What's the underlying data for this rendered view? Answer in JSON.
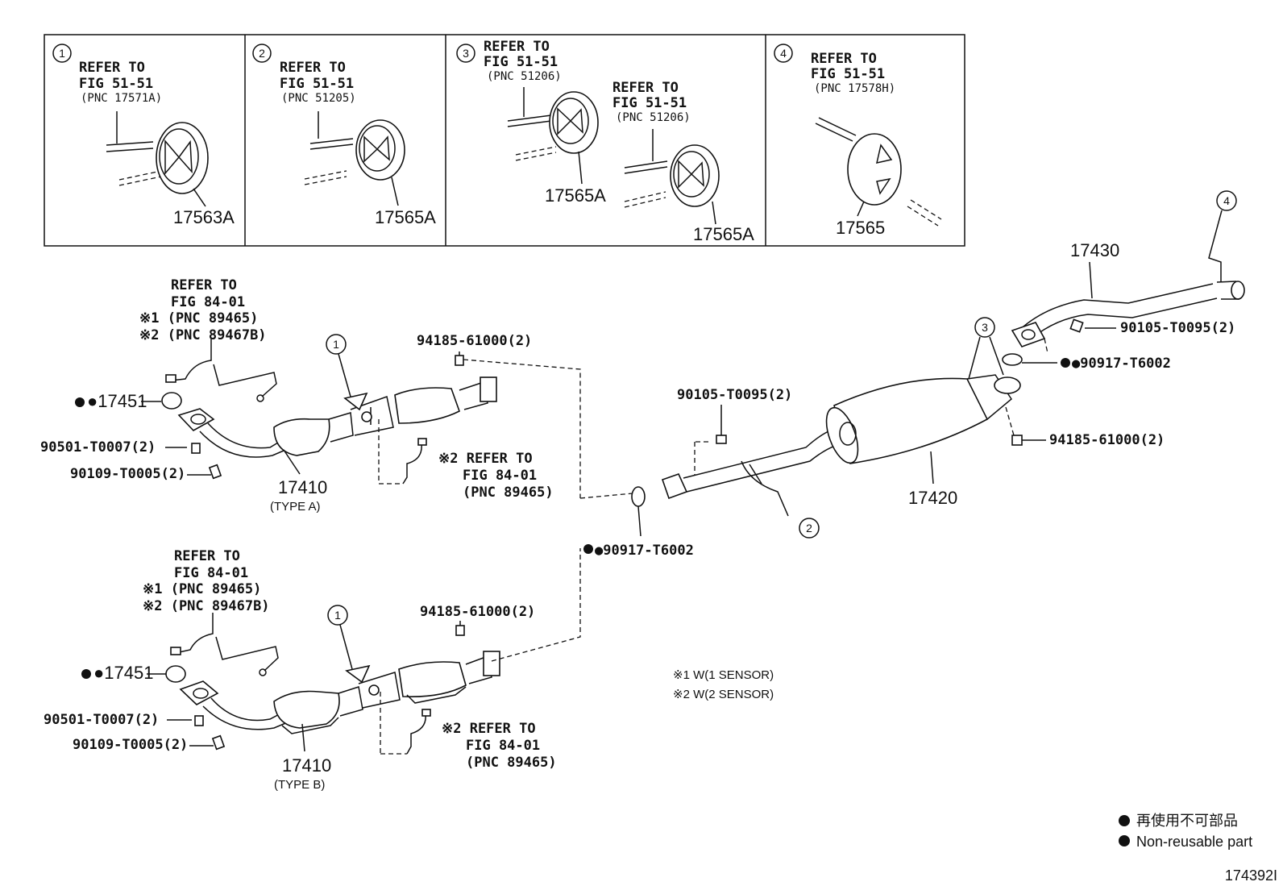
{
  "diagram_id": "174392I",
  "legend": {
    "non_reusable_jp": "再使用不可部品",
    "non_reusable_en": "Non-reusable part",
    "note1": "※1  W(1 SENSOR)",
    "note2": "※2  W(2 SENSOR)"
  },
  "panels": [
    {
      "num": "1",
      "refer": "REFER TO",
      "fig": "FIG 51-51",
      "pnc": "(PNC 17571A)",
      "part": "17563A"
    },
    {
      "num": "2",
      "refer": "REFER TO",
      "fig": "FIG 51-51",
      "pnc": "(PNC 51205)",
      "part": "17565A"
    },
    {
      "num": "3",
      "refer": "REFER TO",
      "fig": "FIG 51-51",
      "pnc": "(PNC 51206)",
      "part": "17565A",
      "refer2": "REFER TO",
      "fig2": "FIG 51-51",
      "pnc2": "(PNC 51206)",
      "part2": "17565A"
    },
    {
      "num": "4",
      "refer": "REFER TO",
      "fig": "FIG 51-51",
      "pnc": "(PNC 17578H)",
      "part": "17565"
    }
  ],
  "type_a": {
    "refer": "REFER TO",
    "fig": "FIG 84-01",
    "pnc1": "※1 (PNC 89465)",
    "pnc2": "※2 (PNC 89467B)",
    "gasket": "●17451",
    "stud": "90501-T0007(2)",
    "bolt": "90109-T0005(2)",
    "nut": "94185-61000(2)",
    "pipe": "17410",
    "type": "(TYPE A)",
    "callout": "1",
    "sensor_ref": "※2 REFER TO",
    "sensor_fig": "FIG 84-01",
    "sensor_pnc": "(PNC 89465)"
  },
  "type_b": {
    "refer": "REFER TO",
    "fig": "FIG 84-01",
    "pnc1": "※1 (PNC 89465)",
    "pnc2": "※2 (PNC 89467B)",
    "gasket": "●17451",
    "stud": "90501-T0007(2)",
    "bolt": "90109-T0005(2)",
    "nut": "94185-61000(2)",
    "pipe": "17410",
    "type": "(TYPE B)",
    "callout": "1",
    "sensor_ref": "※2 REFER TO",
    "sensor_fig": "FIG 84-01",
    "sensor_pnc": "(PNC 89465)"
  },
  "center": {
    "gasket": "●90917-T6002",
    "bolt": "90105-T0095(2)",
    "muffler": "17420",
    "callout2": "2",
    "callout3": "3"
  },
  "tail": {
    "pipe": "17430",
    "callout4": "4",
    "bolt": "90105-T0095(2)",
    "gasket": "●90917-T6002",
    "nut": "94185-61000(2)"
  }
}
